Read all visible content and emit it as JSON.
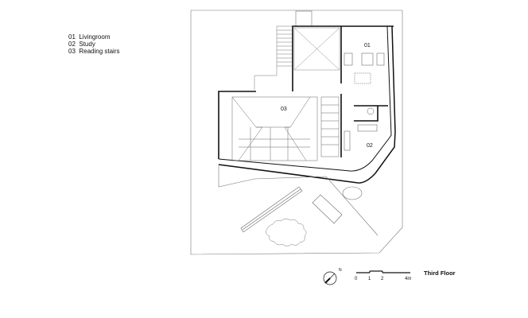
{
  "legend": [
    {
      "num": "01",
      "name": "Livingroom"
    },
    {
      "num": "02",
      "name": "Study"
    },
    {
      "num": "03",
      "name": "Reading stairs"
    }
  ],
  "rooms": {
    "r1": "01",
    "r2": "02",
    "r3": "03"
  },
  "scale": {
    "ticks": [
      "0",
      "1",
      "2",
      "4m"
    ]
  },
  "title": "Third Floor",
  "north_label": "N",
  "colors": {
    "line": "#111111",
    "thin": "#777777"
  }
}
